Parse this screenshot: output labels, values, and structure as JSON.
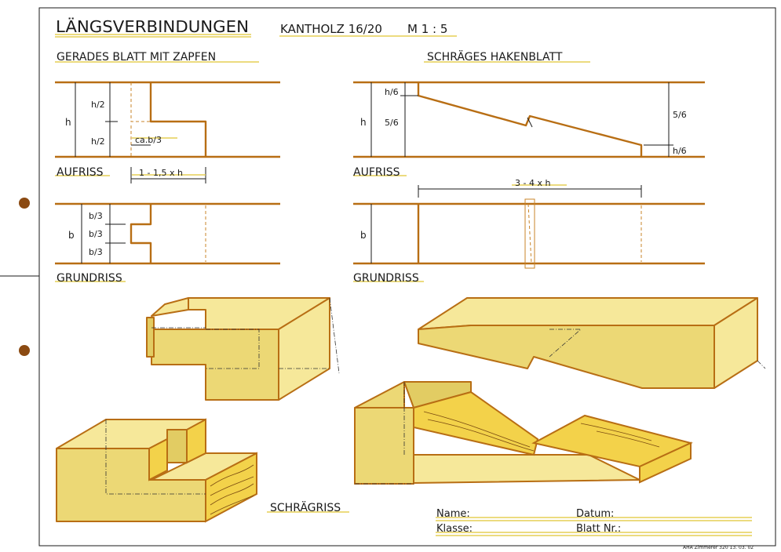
{
  "title": "LÄNGSVERBINDUNGEN",
  "material": "KANTHOLZ 16/20",
  "scale": "M 1 : 5",
  "left_section": {
    "heading": "GERADES BLATT MIT ZAPFEN",
    "elevation_label": "AUFRISS",
    "plan_label": "GRUNDRISS",
    "dims": {
      "h": "h",
      "h_half_top": "h/2",
      "h_half_bottom": "h/2",
      "ca_b3": "ca.b/3",
      "length": "1 - 1,5 x h",
      "b": "b",
      "b3_a": "b/3",
      "b3_b": "b/3",
      "b3_c": "b/3"
    }
  },
  "right_section": {
    "heading": "SCHRÄGES HAKENBLATT",
    "elevation_label": "AUFRISS",
    "plan_label": "GRUNDRISS",
    "dims": {
      "h": "h",
      "h6_top": "h/6",
      "five_sixth_left": "5/6",
      "five_sixth_right": "5/6",
      "h6_bottom": "h/6",
      "length": "3 - 4 x h",
      "b": "b"
    }
  },
  "oblique_label": "SCHRÄGRISS",
  "form": {
    "name_label": "Name:",
    "date_label": "Datum:",
    "class_label": "Klasse:",
    "sheet_label": "Blatt Nr.:"
  },
  "footer": "AHA Zimmerer 320 13. 03. 02",
  "colors": {
    "outline": "#b86e14",
    "wood_light": "#f6e89a",
    "wood_grain": "#f3d24a",
    "punch_hole": "#8b4a12",
    "underline": "#e5cf55"
  }
}
